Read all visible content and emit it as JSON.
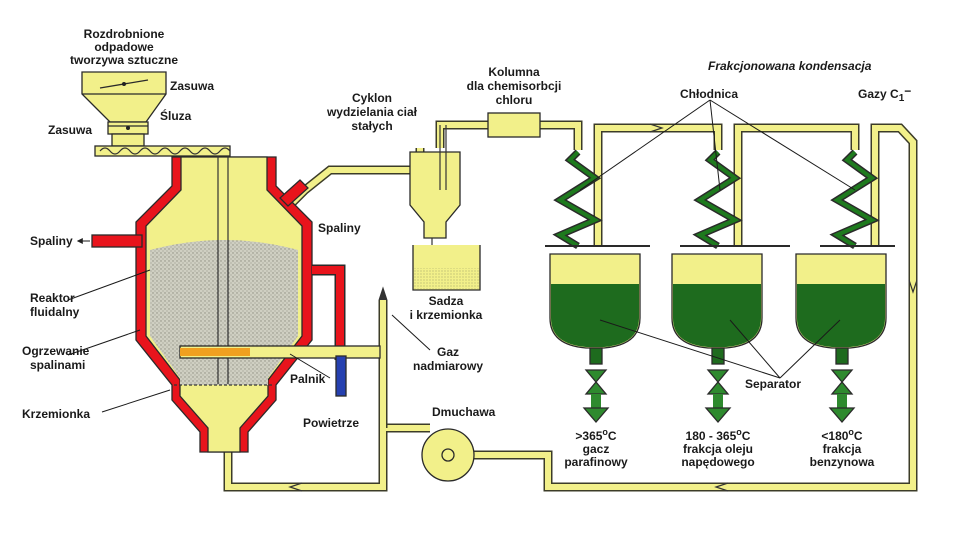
{
  "labels": {
    "feed": [
      "Rozdrobnione",
      "odpadowe",
      "tworzywa sztuczne"
    ],
    "zasuwa_top": "Zasuwa",
    "sluza": "Śluza",
    "zasuwa_left": "Zasuwa",
    "spaliny_left": "Spaliny",
    "reaktor": [
      "Reaktor",
      "fluidalny"
    ],
    "ogrzewanie": [
      "Ogrzewanie",
      "spalinami"
    ],
    "krzemionka": "Krzemionka",
    "cyklon": [
      "Cyklon",
      "wydzielania ciał",
      "stałych"
    ],
    "spaliny_right": "Spaliny",
    "sadza": [
      "Sadza",
      "i krzemionka"
    ],
    "palnik": "Palnik",
    "powietrze": "Powietrze",
    "gaz": [
      "Gaz",
      "nadmiarowy"
    ],
    "dmuchawa": "Dmuchawa",
    "kolumna": [
      "Kolumna",
      "dla chemisorbcji",
      "chloru"
    ],
    "frakcjonowana": "Frakcjonowana kondensacja",
    "chlodnica": "Chłodnica",
    "gazy_c1": "Gazy C",
    "gazy_c1_sub": "1",
    "gazy_c1_suffix": "−",
    "separator": "Separator",
    "out1": [
      "gacz",
      "parafinowy"
    ],
    "out1_temp": ">365",
    "out2": [
      "frakcja oleju",
      "napędowego"
    ],
    "out2_temp": "180 - 365",
    "out3": [
      "frakcja",
      "benzynowa"
    ],
    "out3_temp": "<180",
    "degree": "o",
    "celsius": "C"
  },
  "colors": {
    "yellow": "#f2f08a",
    "red": "#e8141c",
    "green": "#1e6b1e",
    "green_light": "#3a8a2a",
    "blue": "#2540b0",
    "gray_fill": "#c8c8b8"
  }
}
